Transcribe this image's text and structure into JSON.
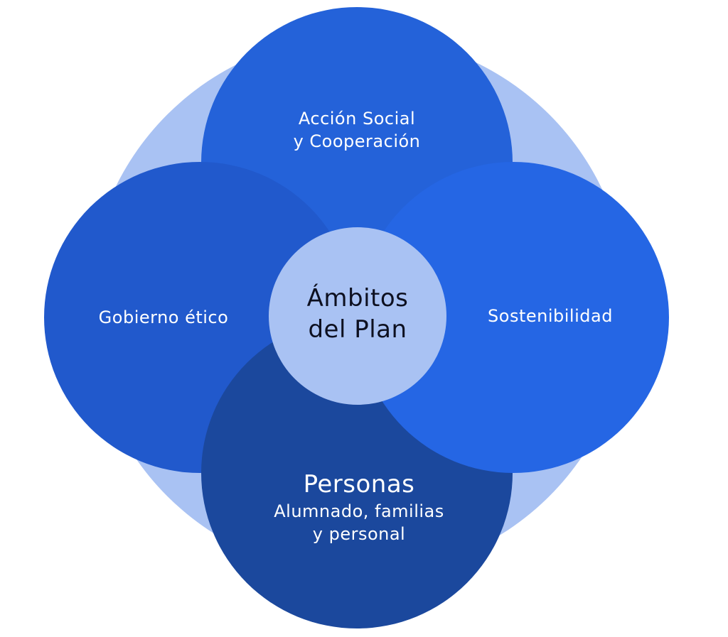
{
  "colors": {
    "background_circle": "#a9c2f3",
    "top_circle": "#2462d9",
    "left_circle": "#2159cc",
    "right_circle": "#2566e4",
    "bottom_circle": "#1b489d",
    "center_circle": "#a9c2f3",
    "label_text": "#ffffff",
    "center_text": "#0d1020"
  },
  "center": {
    "line1": "Ámbitos",
    "line2": "del Plan"
  },
  "top": {
    "line1": "Acción Social",
    "line2": "y Cooperación"
  },
  "left": {
    "label": "Gobierno ético"
  },
  "right": {
    "label": "Sostenibilidad"
  },
  "bottom": {
    "title": "Personas",
    "line1": "Alumnado,  familias",
    "line2": "y personal"
  }
}
